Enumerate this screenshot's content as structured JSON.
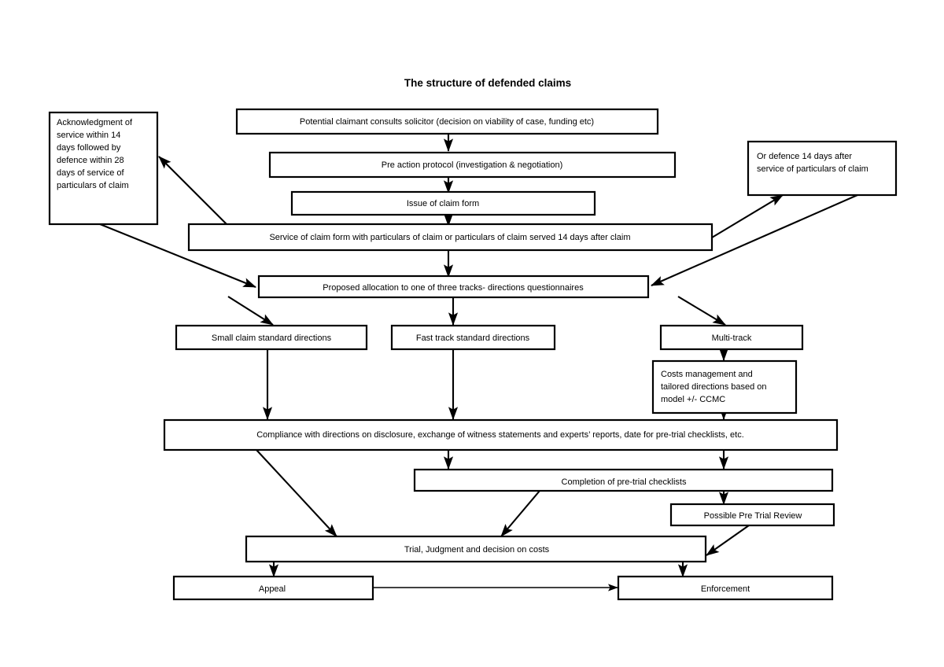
{
  "title": "The structure of defended claims",
  "diagram": {
    "type": "flowchart",
    "orientation": "top-to-bottom",
    "nodes": {
      "acknowledgment": {
        "label": "Acknowledgment of service within 14 days followed by defence within 28 days of service of particulars of claim",
        "lines": [
          "Acknowledgment of",
          "service within 14",
          "days followed by",
          "defence within 28",
          "days of service of",
          "particulars of claim"
        ]
      },
      "or_defence": {
        "label": "Or defence 14 days after service of particulars of claim",
        "lines": [
          "Or defence 14 days after",
          "service of particulars of claim"
        ]
      },
      "potential_claimant": {
        "label": "Potential claimant consults solicitor (decision on viability of case, funding etc)"
      },
      "pre_action": {
        "label": "Pre action protocol (investigation & negotiation)"
      },
      "issue_claim_form": {
        "label": "Issue of claim form"
      },
      "service_claim_form": {
        "label": "Service of claim form with particulars of claim or particulars of claim served 14 days after claim"
      },
      "proposed_allocation": {
        "label": "Proposed allocation to one of three tracks- directions questionnaires"
      },
      "small_claim": {
        "label": "Small claim standard directions"
      },
      "fast_track": {
        "label": "Fast track standard directions"
      },
      "multi_track": {
        "label": "Multi-track"
      },
      "costs_management": {
        "label": "Costs management and tailored directions based on model +/- CCMC",
        "lines": [
          "Costs management and",
          "tailored directions based on",
          "model +/- CCMC"
        ]
      },
      "compliance": {
        "label": "Compliance with directions on disclosure, exchange of witness statements and experts’ reports, date for pre-trial checklists, etc."
      },
      "pre_trial_checklists": {
        "label": "Completion of pre-trial checklists"
      },
      "pre_trial_review": {
        "label": "Possible Pre Trial Review"
      },
      "trial": {
        "label": "Trial, Judgment and decision on costs"
      },
      "appeal": {
        "label": "Appeal"
      },
      "enforcement": {
        "label": "Enforcement"
      }
    },
    "edges": [
      {
        "from": "potential_claimant",
        "to": "pre_action"
      },
      {
        "from": "pre_action",
        "to": "issue_claim_form"
      },
      {
        "from": "issue_claim_form",
        "to": "service_claim_form"
      },
      {
        "from": "service_claim_form",
        "to": "acknowledgment"
      },
      {
        "from": "service_claim_form",
        "to": "or_defence"
      },
      {
        "from": "service_claim_form",
        "to": "proposed_allocation"
      },
      {
        "from": "acknowledgment",
        "to": "proposed_allocation"
      },
      {
        "from": "or_defence",
        "to": "proposed_allocation"
      },
      {
        "from": "proposed_allocation",
        "to": "small_claim"
      },
      {
        "from": "proposed_allocation",
        "to": "fast_track"
      },
      {
        "from": "proposed_allocation",
        "to": "multi_track"
      },
      {
        "from": "small_claim",
        "to": "compliance"
      },
      {
        "from": "fast_track",
        "to": "compliance"
      },
      {
        "from": "multi_track",
        "to": "costs_management"
      },
      {
        "from": "costs_management",
        "to": "compliance"
      },
      {
        "from": "compliance",
        "to": "trial"
      },
      {
        "from": "compliance",
        "to": "pre_trial_checklists"
      },
      {
        "from": "pre_trial_checklists",
        "to": "trial"
      },
      {
        "from": "pre_trial_checklists",
        "to": "pre_trial_review"
      },
      {
        "from": "pre_trial_review",
        "to": "trial"
      },
      {
        "from": "trial",
        "to": "appeal"
      },
      {
        "from": "trial",
        "to": "enforcement"
      },
      {
        "from": "appeal",
        "to": "enforcement"
      }
    ]
  },
  "colors": {
    "background": "#ffffff",
    "stroke": "#000000",
    "text": "#000000"
  }
}
